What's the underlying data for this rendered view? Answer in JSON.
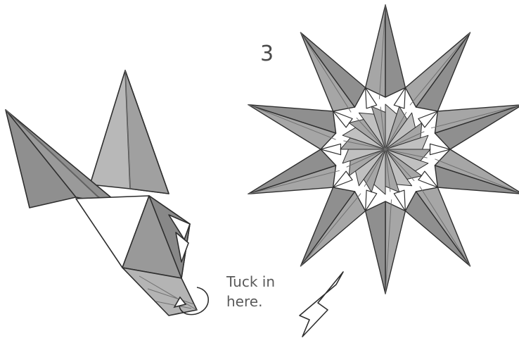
{
  "step": {
    "number": "3"
  },
  "callout": {
    "line1": "Tuck in",
    "line2": "here."
  },
  "colors": {
    "paper_dark": "#8f8f8f",
    "paper_mid": "#a6a6a6",
    "paper_light": "#c0c0c0",
    "paper_white": "#ffffff",
    "outline": "#2e2e2e",
    "crease": "#707070"
  },
  "icons": {
    "tuck_arrow": "curved-arrow-icon",
    "move_arrow": "hollow-arrow-icon"
  }
}
